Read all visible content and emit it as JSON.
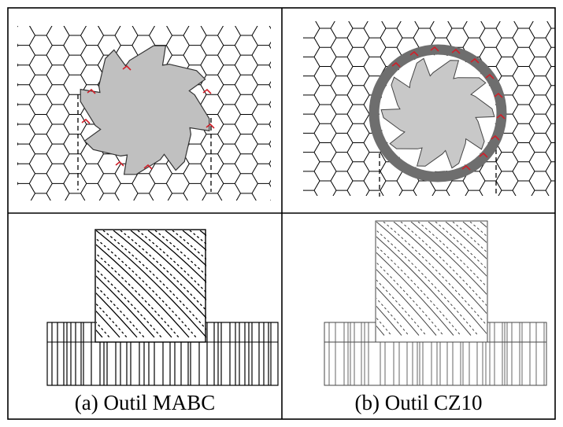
{
  "figure": {
    "panels": [
      {
        "id": "a",
        "label": "(a) Outil MABC",
        "tool_name": "MABC",
        "tool_teeth": 8,
        "tool_color": "#c0c0c0"
      },
      {
        "id": "b",
        "label": "(b) Outil CZ10",
        "tool_name": "CZ10",
        "tool_teeth": 10,
        "tool_color": "#c8c8c8",
        "ring_color": "#6e6e6e"
      }
    ],
    "colors": {
      "border": "#000000",
      "mesh": "#000000",
      "fiber_damage": "#d0202a",
      "background": "#ffffff"
    },
    "icons": [
      "honeycomb-mesh",
      "milling-tool-cross-section",
      "helical-end-mill",
      "composite-laminate"
    ]
  }
}
